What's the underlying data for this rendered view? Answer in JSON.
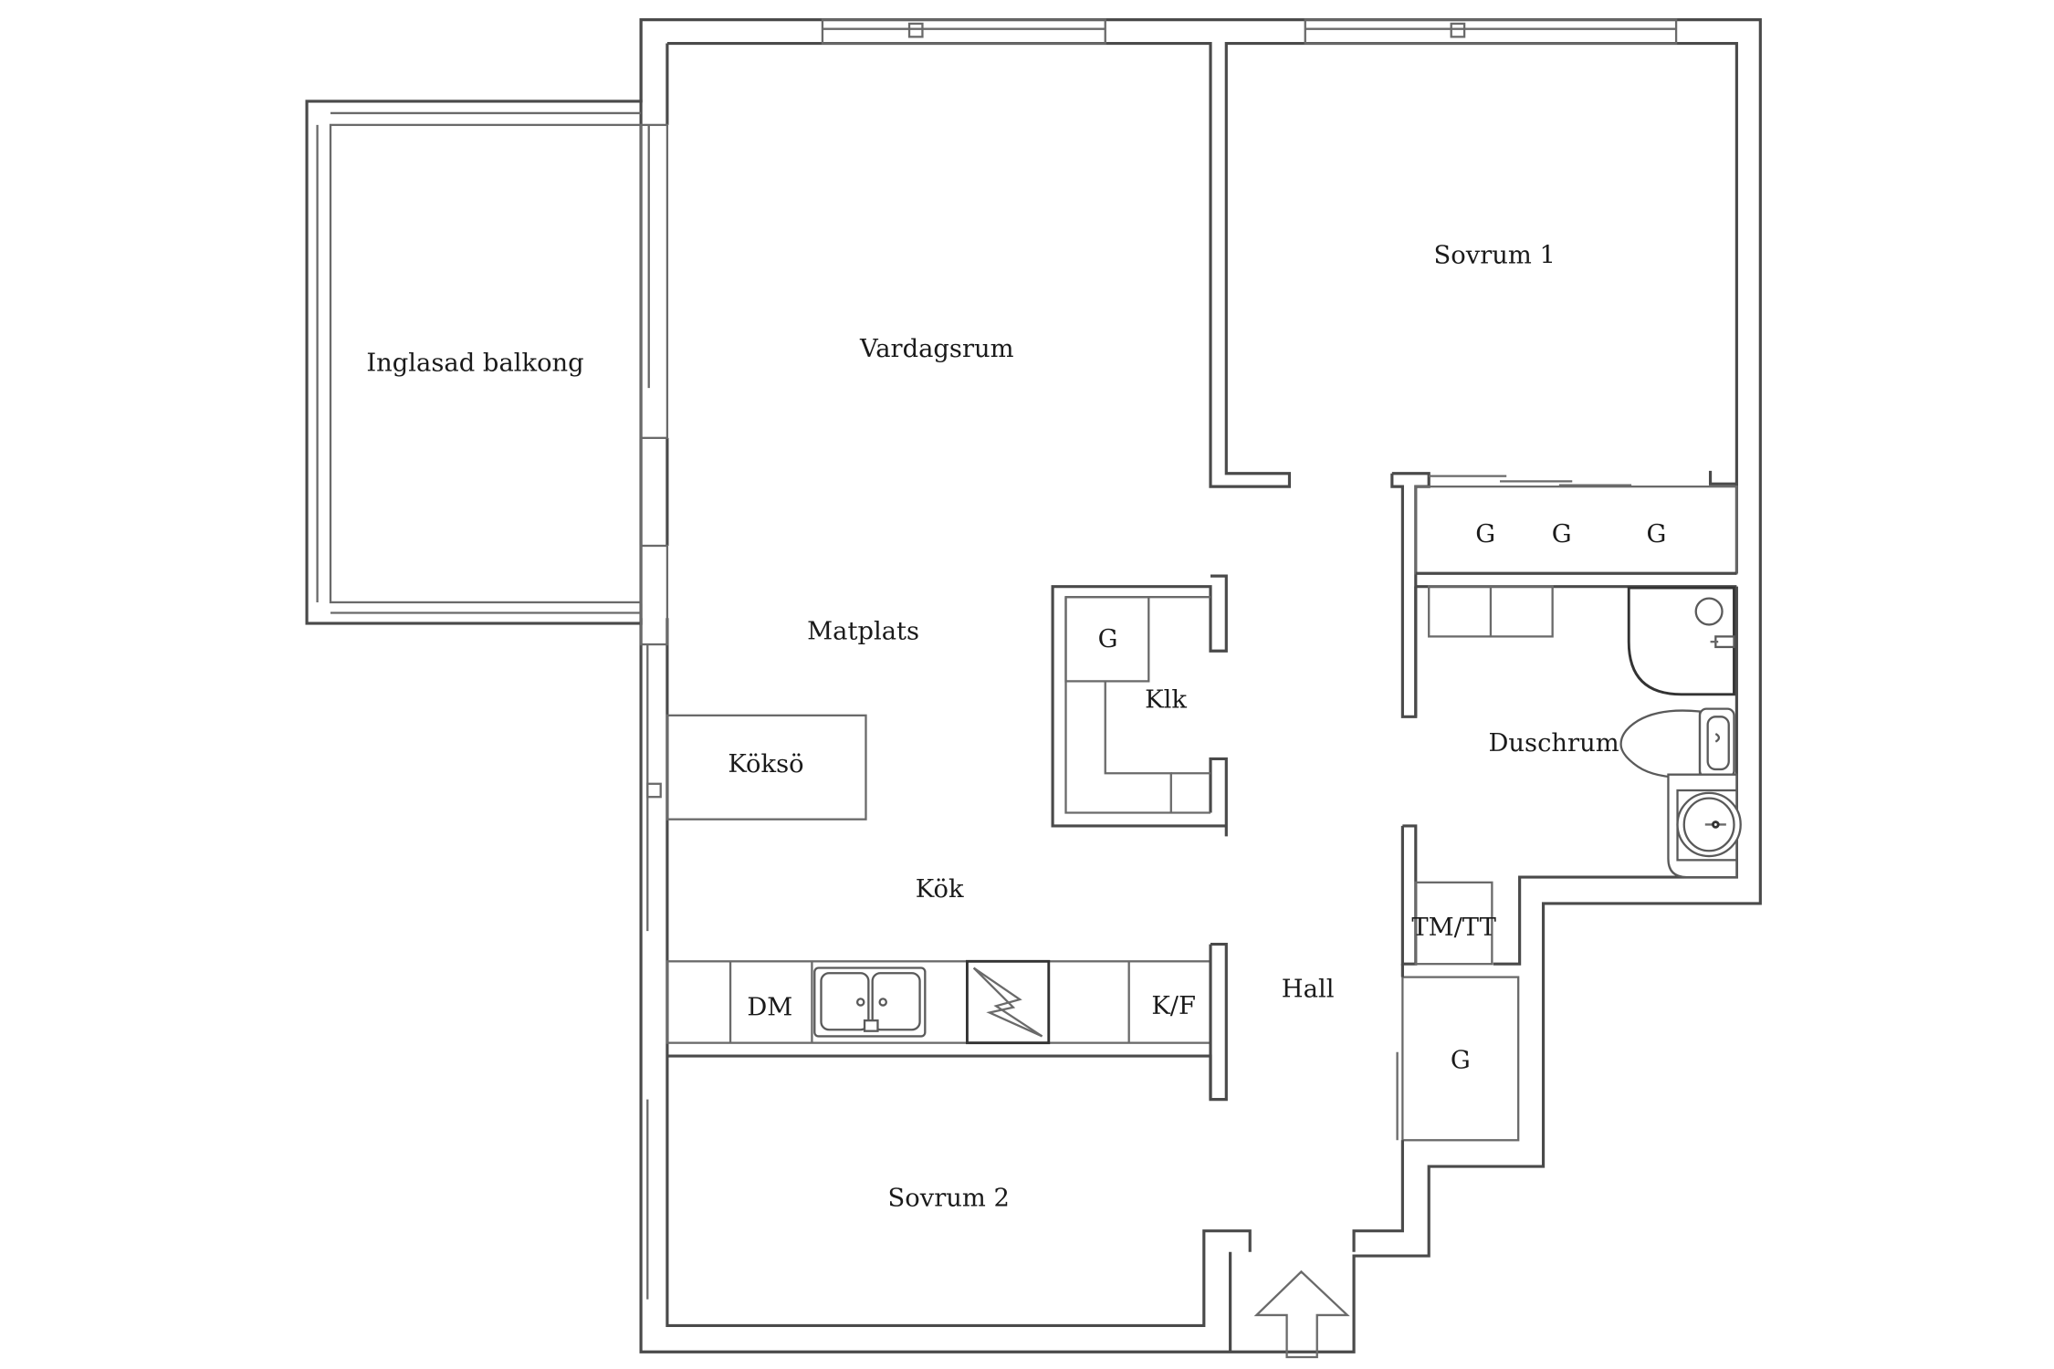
{
  "rooms": {
    "balcony": "Inglasad balkong",
    "living_room": "Vardagsrum",
    "bedroom_1": "Sovrum 1",
    "dining": "Matplats",
    "kitchen_island": "Köksö",
    "wardrobe_klk": "G",
    "klk": "Klk",
    "kitchen": "Kök",
    "dishwasher": "DM",
    "fridge_freezer": "K/F",
    "hall": "Hall",
    "shower_room": "Duschrum",
    "washer_dryer": "TM/TT",
    "closet_hall": "G",
    "wardrobe_1": "G",
    "wardrobe_2": "G",
    "wardrobe_3": "G",
    "bedroom_2": "Sovrum 2"
  },
  "icons": {
    "entrance": "entrance-arrow-icon",
    "sink": "double-sink-icon",
    "stove": "stove-icon",
    "toilet": "toilet-icon",
    "washbasin": "washbasin-icon",
    "shower": "shower-icon"
  }
}
